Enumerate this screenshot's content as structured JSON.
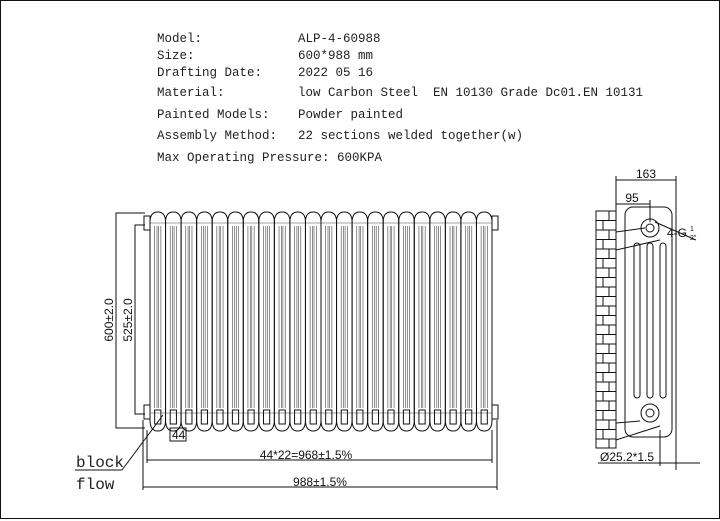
{
  "specs": [
    {
      "label": "Model:",
      "value": "ALP-4-60988"
    },
    {
      "label": "Size:",
      "value": "600*988 mm"
    },
    {
      "label": "Drafting Date:",
      "value": "2022 05 16"
    },
    {
      "label": "Material:",
      "value": "low Carbon Steel  EN 10130 Grade Dc01.EN 10131"
    },
    {
      "label": "Painted Models:",
      "value": "Powder painted"
    },
    {
      "label": "Assembly Method:",
      "value": "22 sections welded together(w)"
    }
  ],
  "pressure": "Max Operating Pressure: 600KPA",
  "front_view": {
    "sections": 22,
    "height_dim": "600±2.0",
    "centers_dim": "525±2.0",
    "section_width": "44",
    "sections_dim": "44*22=968±1.5%",
    "total_dim": "988±1.5%",
    "block_label": "block",
    "flow_label": "flow"
  },
  "side_view": {
    "depth_dim": "163",
    "wall_dim": "95",
    "thread_label": "4-G",
    "thread_fraction_num": "1",
    "thread_fraction_den": "2\"",
    "pipe_dim": "Ø25.2*1.5"
  }
}
